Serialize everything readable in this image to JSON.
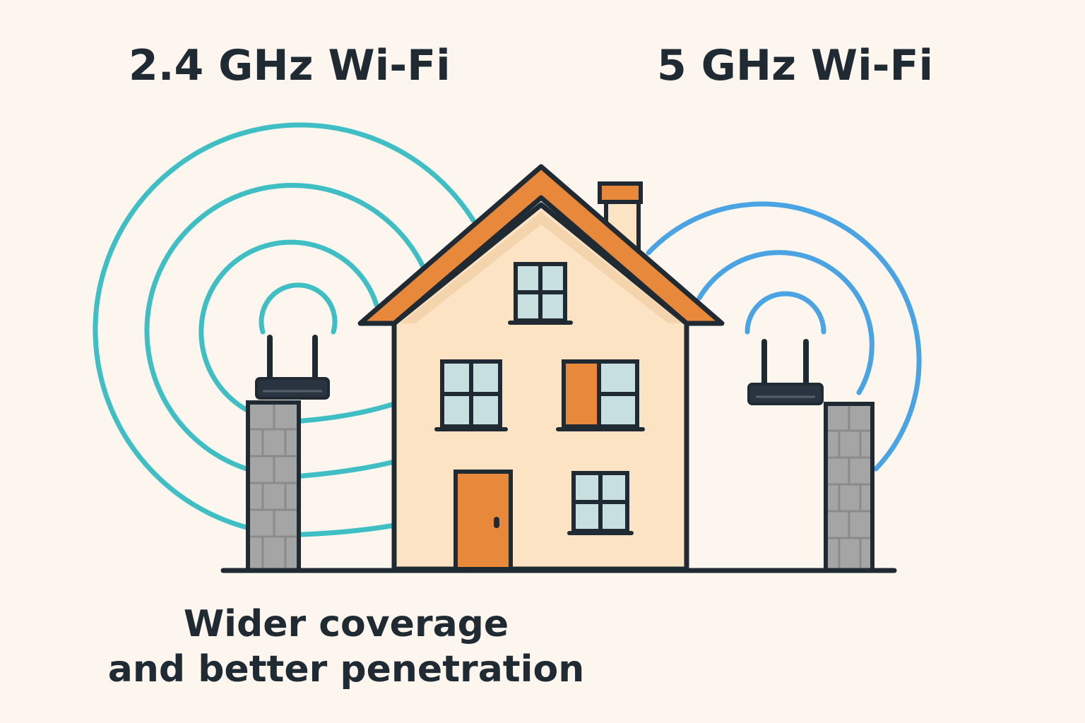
{
  "titles": {
    "left": "2.4 GHz Wi-Fi",
    "right": "5 GHz Wi-Fi"
  },
  "caption": {
    "line1": "Wider coverage",
    "line2": "and better penetration"
  },
  "colors": {
    "background": "#fdf6ef",
    "wave_2_4ghz": "#3fbfc4",
    "wave_5ghz": "#4aa3e3",
    "outline": "#1f2a33",
    "roof": "#e8883a",
    "house_wall": "#fbe3c4",
    "house_shadow": "#f3d4ad",
    "door": "#e8883a",
    "window_glass": "#c8dfe0",
    "brick_pillar": "#a5a5a5",
    "router": "#2a3440"
  },
  "icons": {
    "left_router": "wifi-router-icon",
    "right_router": "wifi-router-icon",
    "house": "house-icon"
  }
}
